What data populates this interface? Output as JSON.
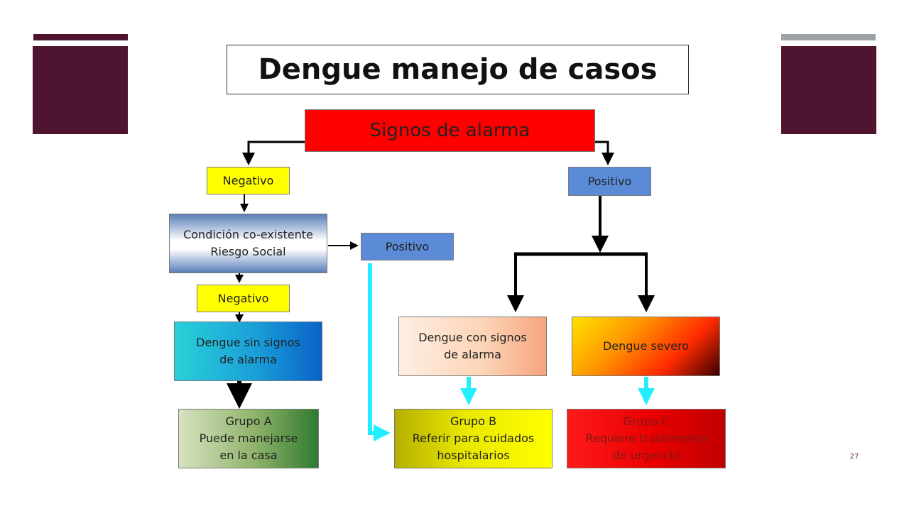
{
  "slide": {
    "title": "Dengue manejo de casos",
    "page_number": "27"
  },
  "diagram": {
    "root": "Signos de alarma",
    "neg1": "Negativo",
    "pos1": "Positivo",
    "condition": "Condición co-existente\nRiesgo Social",
    "pos2": "Positivo",
    "neg2": "Negativo",
    "no_signs": "Dengue sin signos\nde alarma",
    "with_signs": "Dengue con signos\nde alarma",
    "severe": "Dengue severo",
    "group_a": "Grupo A\nPuede manejarse\nen la casa",
    "group_b": "Grupo B\nReferir para cuidados\nhospitalarios",
    "group_c": "Grupo C\nRequiere tratamiento\nde urgencia"
  },
  "colors": {
    "maroon": "#4e1430",
    "gray_bar": "#9ea3a8",
    "red": "#ff0000",
    "yellow": "#ffff00",
    "blue": "#5b8bd6",
    "cyan": "#22eeff"
  }
}
